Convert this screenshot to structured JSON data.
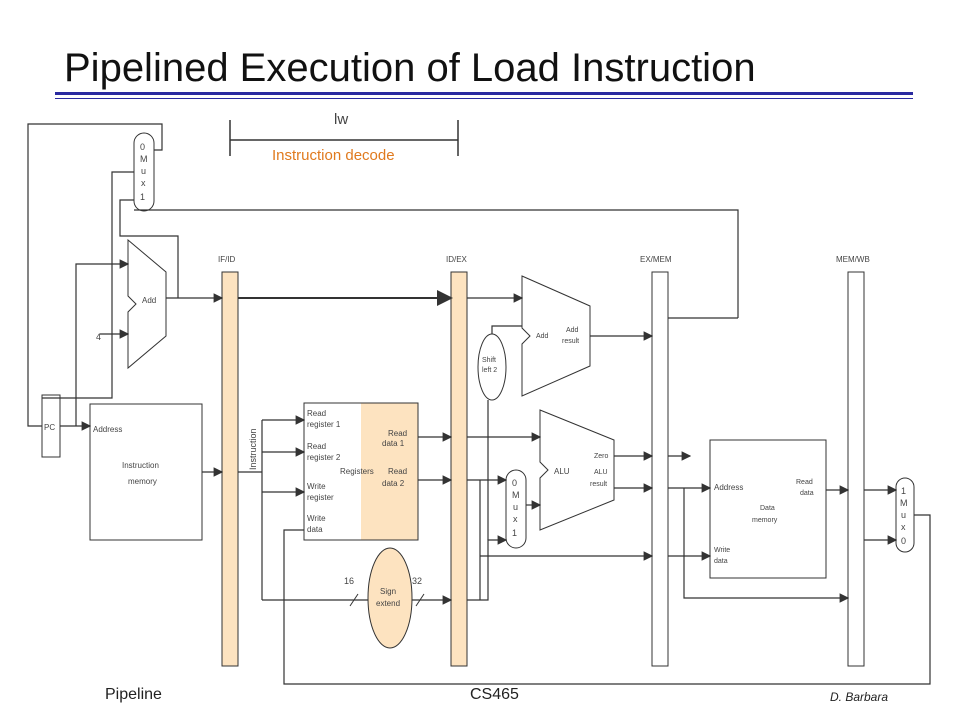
{
  "slide": {
    "title": "Pipelined Execution of Load Instruction",
    "footer_left": "Pipeline",
    "footer_center": "CS465",
    "footer_right": "D. Barbara"
  },
  "stage_bracket": {
    "instruction": "lw",
    "stage": "Instruction decode"
  },
  "pipeline_registers": [
    "IF/ID",
    "ID/EX",
    "EX/MEM",
    "MEM/WB"
  ],
  "labels": {
    "pc": "PC",
    "add": "Add",
    "four": "4",
    "address": "Address",
    "instruction_memory": "Instruction memory",
    "instruction": "Instruction",
    "read_register_1": "Read register 1",
    "read_register_2": "Read register 2",
    "write_register": "Write register",
    "write_data": "Write data",
    "registers": "Registers",
    "read_data_1": "Read data 1",
    "read_data_2": "Read data 2",
    "sign_extend": "Sign extend",
    "bits_16": "16",
    "bits_32": "32",
    "shift_left_2": "Shift left 2",
    "add_result": "Add result",
    "alu": "ALU",
    "zero": "Zero",
    "alu_result": "ALU result",
    "data_address": "Address",
    "data_memory": "Data memory",
    "data_write_data": "Write data",
    "read_data": "Read data",
    "mux_01": [
      "0",
      "M",
      "u",
      "x",
      "1"
    ],
    "mux_10": [
      "1",
      "M",
      "u",
      "x",
      "0"
    ]
  },
  "colors": {
    "title_rule": "#2a2aa0",
    "highlight": "#fde3c0",
    "stage_text": "#e07a1e",
    "wire": "#333333"
  }
}
